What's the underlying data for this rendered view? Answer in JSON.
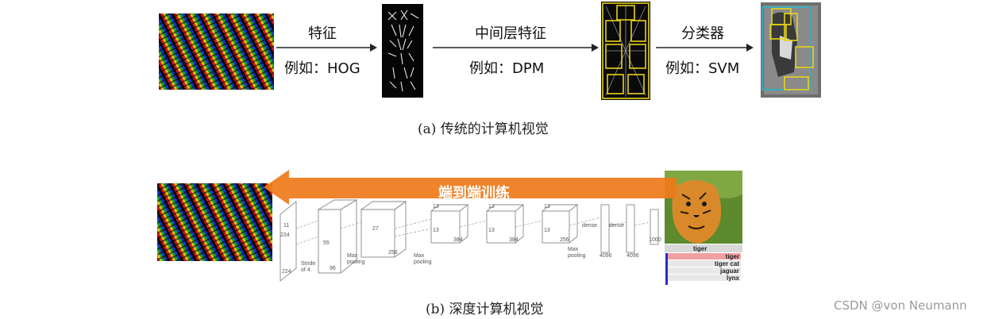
{
  "top": {
    "stage1": {
      "title": "特征",
      "example": "例如：HOG"
    },
    "stage2": {
      "title": "中间层特征",
      "example": "例如：DPM"
    },
    "stage3": {
      "title": "分类器",
      "example": "例如：SVM"
    },
    "caption": "(a) 传统的计算机视觉"
  },
  "bottom": {
    "arrow_label": "端到端训练",
    "arrow_color": "#ef7a1a",
    "caption": "(b) 深度计算机视觉",
    "cnn": {
      "labels": {
        "l11": "11",
        "l224a": "224",
        "l224b": "224",
        "stride": "Stride",
        "of4": "of 4",
        "l55": "55",
        "l96": "96",
        "l27": "27",
        "l256a": "256",
        "l13a": "13",
        "l384a": "384",
        "l13b": "13",
        "l384b": "384",
        "l13c": "13",
        "l256b": "256",
        "maxpool1": "Max",
        "maxpool1b": "pooling",
        "maxpool2": "Max",
        "maxpool2b": "pooling",
        "maxpool3": "Max",
        "maxpool3b": "pooling",
        "dense1": "dense",
        "dense2": "dense",
        "n4096a": "4096",
        "n4096b": "4096",
        "n1000": "1000"
      }
    },
    "tiger_panel": {
      "header": "tiger",
      "classes": [
        "tiger",
        "tiger cat",
        "jaguar",
        "lynx"
      ]
    }
  },
  "watermark": "CSDN @von  Neumann"
}
